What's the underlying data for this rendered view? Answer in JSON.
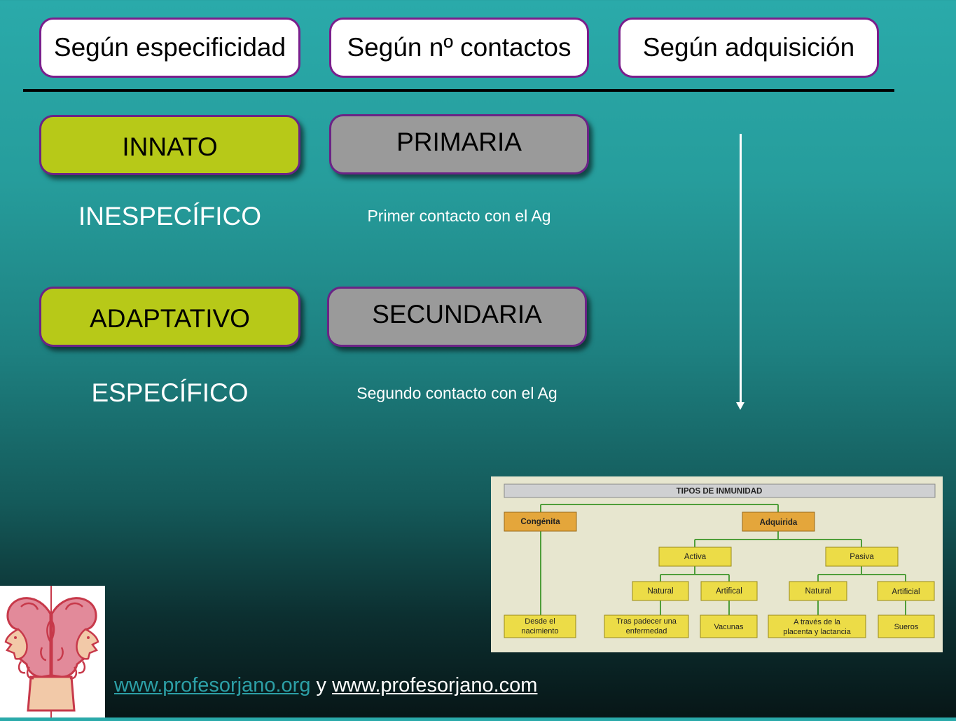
{
  "headers": [
    "Según especificidad",
    "Según nº contactos",
    "Según adquisición"
  ],
  "especificidad": {
    "innato": "INNATO",
    "innato_desc": "INESPECÍFICO",
    "adaptativo": "ADAPTATIVO",
    "adaptativo_desc": "ESPECÍFICO"
  },
  "contactos": {
    "primaria": "PRIMARIA",
    "primaria_desc": "Primer contacto con el Ag",
    "secundaria": "SECUNDARIA",
    "secundaria_desc": "Segundo contacto con el Ag"
  },
  "inset": {
    "title": "TIPOS DE INMUNIDAD",
    "congenita": "Congénita",
    "adquirida": "Adquirida",
    "activa": "Activa",
    "pasiva": "Pasiva",
    "natural_a": "Natural",
    "artifical": "Artifical",
    "natural_p": "Natural",
    "artificial": "Artificial",
    "desde_1": "Desde el",
    "desde_2": "nacimiento",
    "tras_1": "Tras padecer una",
    "tras_2": "enfermedad",
    "vacunas": "Vacunas",
    "atraves_1": "A través de la",
    "atraves_2": "placenta y lactancia",
    "sueros": "Sueros"
  },
  "footer": {
    "link1": "www.profesorjano.org",
    "connector": " y ",
    "link2": "www.profesorjano.com"
  },
  "colors": {
    "header_border": "#7a1f8c",
    "green_pill": "#b7c918",
    "gray_pill": "#9a9a9a",
    "inset_orange": "#e4a63b",
    "inset_yellow": "#ecdc47",
    "inset_line": "#4f9e3a"
  }
}
